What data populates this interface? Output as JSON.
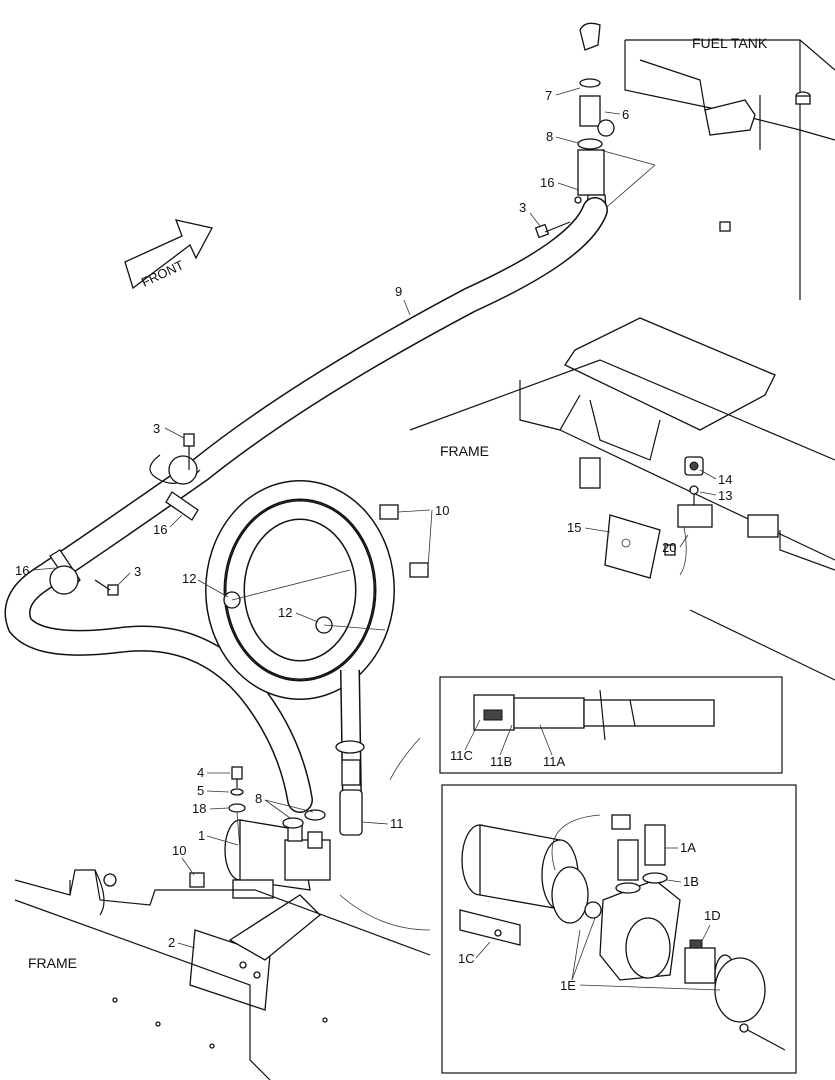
{
  "titles": {
    "fuel_tank": "FUEL TANK",
    "frame_upper": "FRAME",
    "frame_lower": "FRAME",
    "front_arrow": "FRONT"
  },
  "callouts": [
    {
      "id": "c7",
      "text": "7"
    },
    {
      "id": "c6",
      "text": "6"
    },
    {
      "id": "c8a",
      "text": "8"
    },
    {
      "id": "c16a",
      "text": "16"
    },
    {
      "id": "c3a",
      "text": "3"
    },
    {
      "id": "c9",
      "text": "9"
    },
    {
      "id": "c3b",
      "text": "3"
    },
    {
      "id": "c16b",
      "text": "16"
    },
    {
      "id": "c16c",
      "text": "16"
    },
    {
      "id": "c3c",
      "text": "3"
    },
    {
      "id": "c10a",
      "text": "10"
    },
    {
      "id": "c12a",
      "text": "12"
    },
    {
      "id": "c12b",
      "text": "12"
    },
    {
      "id": "c14",
      "text": "14"
    },
    {
      "id": "c13",
      "text": "13"
    },
    {
      "id": "c15",
      "text": "15"
    },
    {
      "id": "c20",
      "text": "20"
    },
    {
      "id": "c4",
      "text": "4"
    },
    {
      "id": "c5",
      "text": "5"
    },
    {
      "id": "c18",
      "text": "18"
    },
    {
      "id": "c8b",
      "text": "8"
    },
    {
      "id": "c1",
      "text": "1"
    },
    {
      "id": "c11",
      "text": "11"
    },
    {
      "id": "c10b",
      "text": "10"
    },
    {
      "id": "c2",
      "text": "2"
    },
    {
      "id": "c11c",
      "text": "11C"
    },
    {
      "id": "c11b",
      "text": "11B"
    },
    {
      "id": "c11a",
      "text": "11A"
    },
    {
      "id": "c1a",
      "text": "1A"
    },
    {
      "id": "c1b",
      "text": "1B"
    },
    {
      "id": "c1d",
      "text": "1D"
    },
    {
      "id": "c1c",
      "text": "1C"
    },
    {
      "id": "c1e",
      "text": "1E"
    }
  ]
}
